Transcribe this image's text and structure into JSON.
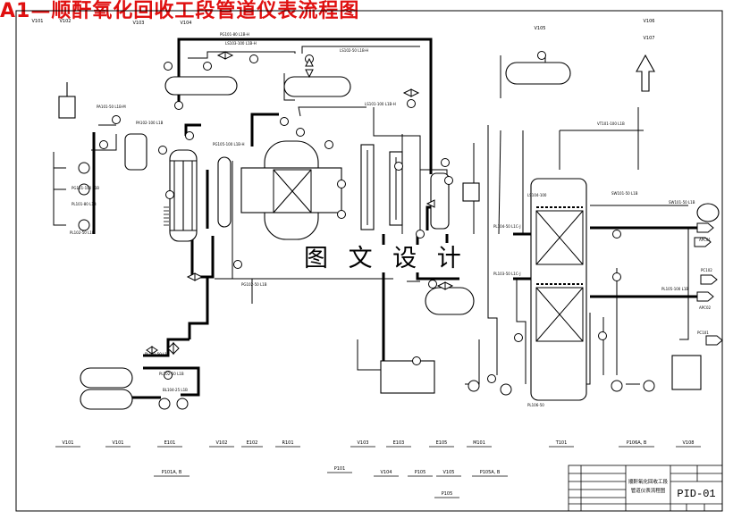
{
  "title": "A1—顺酐氧化回收工段管道仪表流程图",
  "watermark": "图 文 设 计",
  "drawing_no": "PID-01",
  "title_block_name": [
    "顺酐氧化回收工段",
    "管道仪表流程图"
  ],
  "equipment_labels": [
    "V101",
    "V102",
    "V103",
    "V104",
    "V105",
    "V106",
    "V107",
    "V108"
  ],
  "bottom_tags": [
    {
      "tag": "V101",
      "sub": ""
    },
    {
      "tag": "V101",
      "sub": ""
    },
    {
      "tag": "E101",
      "sub": ""
    },
    {
      "tag": "V102",
      "sub": ""
    },
    {
      "tag": "E102",
      "sub": ""
    },
    {
      "tag": "R101",
      "sub": ""
    },
    {
      "tag": "V103",
      "sub": ""
    },
    {
      "tag": "E103",
      "sub": ""
    },
    {
      "tag": "E105",
      "sub": ""
    },
    {
      "tag": "M101",
      "sub": ""
    },
    {
      "tag": "T101",
      "sub": ""
    },
    {
      "tag": "P106A, B",
      "sub": ""
    },
    {
      "tag": "V108",
      "sub": ""
    },
    {
      "tag": "P101A, B",
      "sub": ""
    },
    {
      "tag": "P101",
      "sub": ""
    },
    {
      "tag": "V104",
      "sub": ""
    },
    {
      "tag": "P105",
      "sub": ""
    },
    {
      "tag": "V105",
      "sub": ""
    },
    {
      "tag": "P105A, B",
      "sub": ""
    },
    {
      "tag": "P105",
      "sub": ""
    }
  ],
  "line_tags": [
    "LS103-100 L1B-H",
    "LS102-50 L1B-H",
    "PG101-80 L1B-H",
    "PA101-50 L1B-M",
    "PA102-100 L1B",
    "PG101-100 L1B",
    "LS101-100 L1B-H",
    "PG105-100 L1B-H",
    "PG102-50 L1B",
    "PL104-50 L1C-J",
    "PL103-50 L1C-J",
    "PL105-100 L1B",
    "PL106-50",
    "VT101-100 L1B",
    "SW101-50 L1B",
    "SW101-50 L1B",
    "PL102-50 L1B",
    "PL101-50 L1B",
    "BL104-25 L1B",
    "PL102-50 L1B",
    "LS104-100",
    "PL101-80 L1B"
  ],
  "stream_labels": [
    "APC01",
    "APC02",
    "PC102",
    "PC101"
  ]
}
